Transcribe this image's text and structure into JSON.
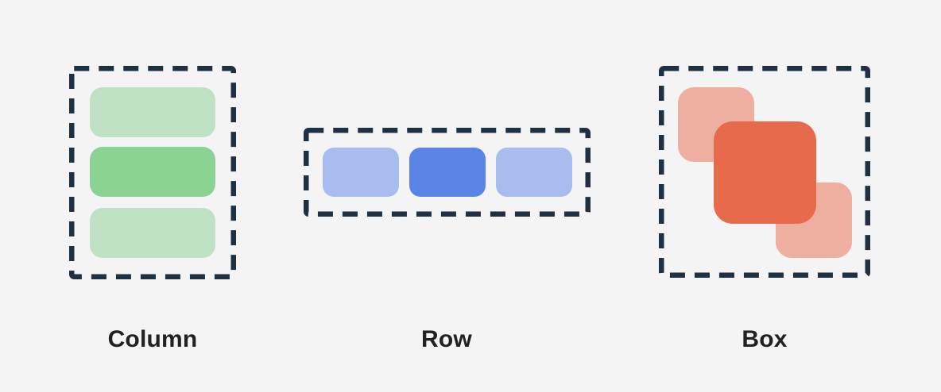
{
  "diagram": {
    "background_color": "#f4f4f5",
    "outline_color": "#1e3143",
    "label_color": "#212121",
    "groups": [
      {
        "label": "Column",
        "arrangement": "three items stacked vertically inside dashed outline",
        "item_colors": {
          "light": "#c0e2c4",
          "dark": "#8bd392"
        },
        "items": [
          "light",
          "dark",
          "light"
        ]
      },
      {
        "label": "Row",
        "arrangement": "three items side by side inside dashed outline",
        "item_colors": {
          "light": "#a9bcee",
          "dark": "#5b84e7"
        },
        "items": [
          "light",
          "dark",
          "light"
        ]
      },
      {
        "label": "Box",
        "arrangement": "three overlapping squares inside dashed outline, dark square on top",
        "item_colors": {
          "light": "#efafa0",
          "dark": "#e66a4b"
        },
        "items": [
          "light-back-top-left",
          "light-back-bottom-right",
          "dark-front"
        ]
      }
    ]
  }
}
